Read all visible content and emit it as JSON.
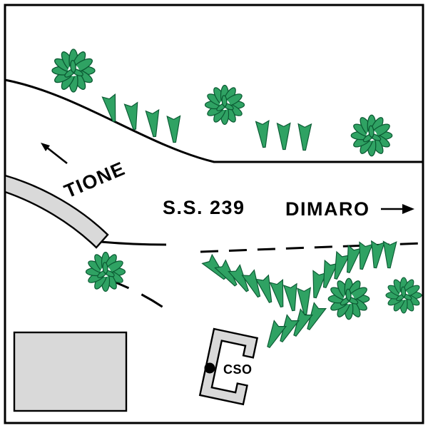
{
  "map": {
    "labels": {
      "road_name": "S.S. 239",
      "destination_left": "TIONE",
      "destination_right": "DIMARO",
      "building": "CSO"
    },
    "colors": {
      "background": "#FFFFFF",
      "line": "#000000",
      "paved_gray": "#D9D9D9",
      "foliage_fill": "#2FA263",
      "foliage_stroke": "#0B5A33",
      "foliage_core": "#FFFFFF"
    },
    "icons": {
      "bush": "bush-icon",
      "conifer": "conifer-icon",
      "arrow_left": "tione-arrow-icon",
      "arrow_right": "dimaro-arrow-icon",
      "marker": "cso-marker-dot"
    },
    "foliage": {
      "bushes": [
        [
          103,
          99,
          1.2
        ],
        [
          315,
          147,
          1.1
        ],
        [
          521,
          190,
          1.15
        ],
        [
          148,
          381,
          1.1
        ],
        [
          489,
          419,
          1.15
        ],
        [
          566,
          414,
          1.0
        ]
      ],
      "conifers": [
        [
          156,
          151,
          -12
        ],
        [
          186,
          162,
          -8
        ],
        [
          215,
          172,
          -5
        ],
        [
          244,
          180,
          -2
        ],
        [
          369,
          187,
          -4
        ],
        [
          398,
          190,
          -1
        ],
        [
          427,
          191,
          1
        ],
        [
          302,
          376,
          -42
        ],
        [
          319,
          384,
          -36
        ],
        [
          337,
          391,
          -30
        ],
        [
          355,
          398,
          -24
        ],
        [
          373,
          405,
          -18
        ],
        [
          391,
          411,
          -12
        ],
        [
          409,
          416,
          -7
        ],
        [
          427,
          421,
          -3
        ],
        [
          445,
          398,
          10
        ],
        [
          460,
          384,
          14
        ],
        [
          476,
          372,
          16
        ],
        [
          493,
          363,
          14
        ],
        [
          510,
          358,
          10
        ],
        [
          528,
          356,
          6
        ],
        [
          546,
          356,
          2
        ],
        [
          441,
          444,
          26
        ],
        [
          422,
          453,
          26
        ],
        [
          403,
          461,
          26
        ],
        [
          385,
          469,
          26
        ]
      ]
    }
  }
}
